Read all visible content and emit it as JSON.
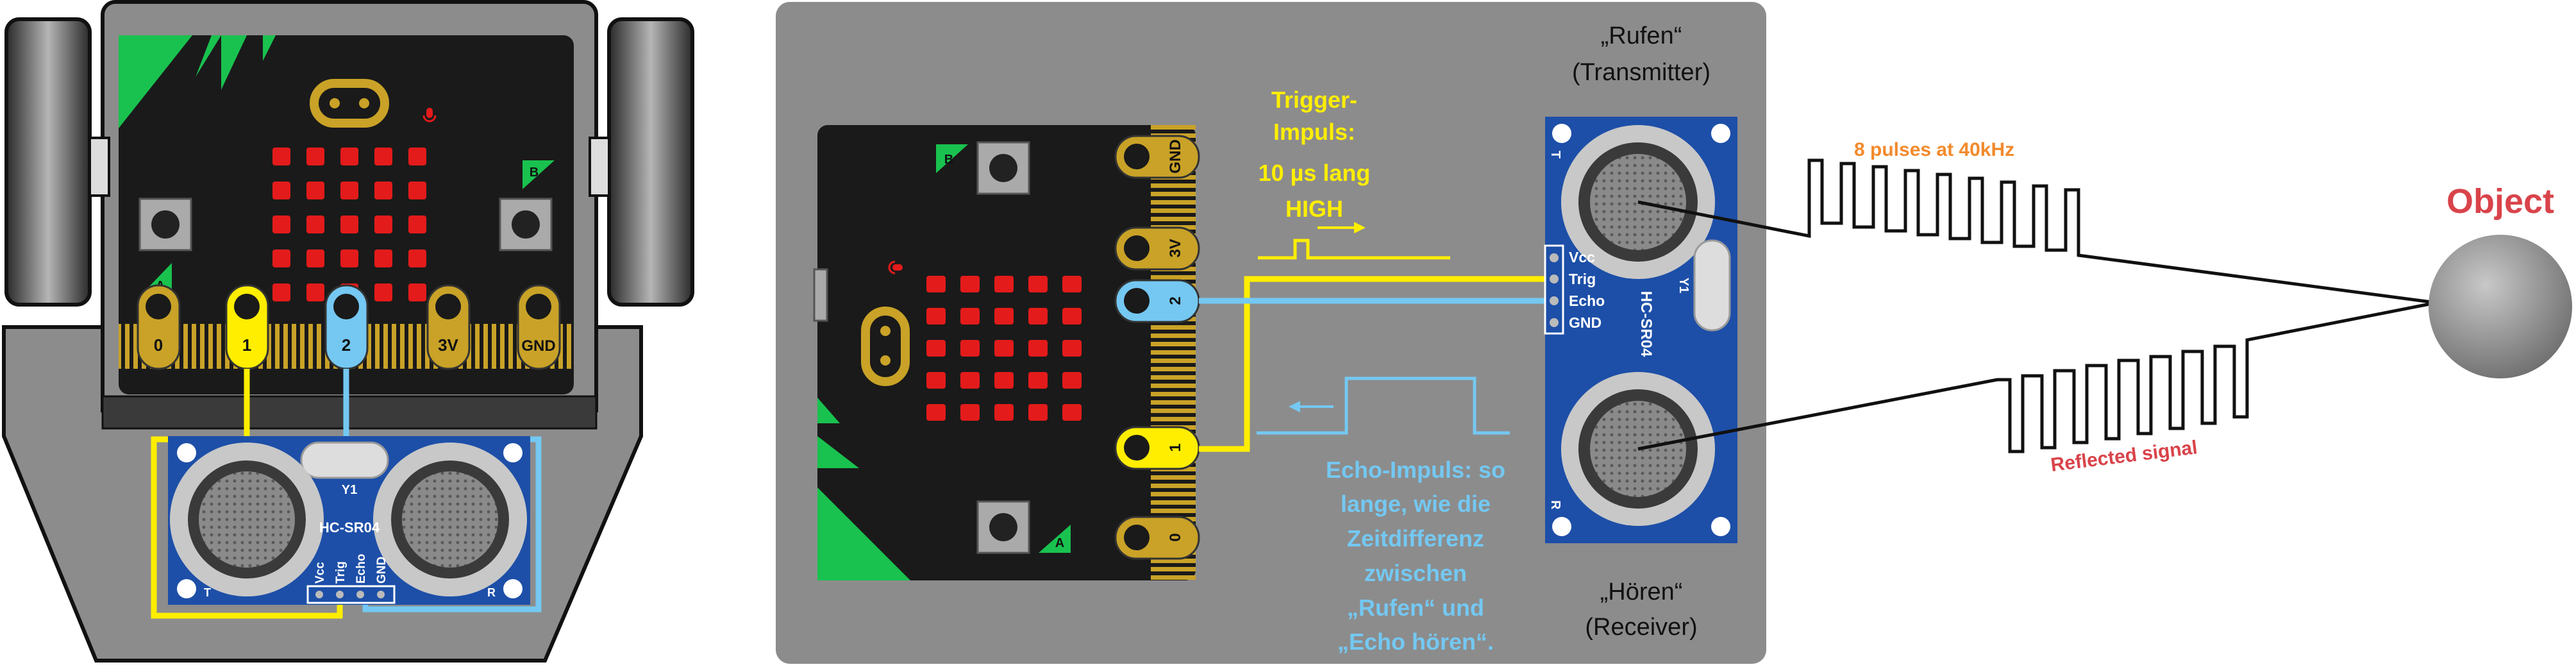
{
  "colors": {
    "bg": "#ffffff",
    "panel": "#8c8c8c",
    "board": "#1a1a1a",
    "gold": "#c9a227",
    "led": "#e31b1b",
    "green": "#19c24f",
    "sensor_blue": "#1d4fa8",
    "yellow": "#ffee00",
    "cyan": "#74c8f2",
    "orange": "#f28a2d",
    "red": "#d9434a"
  },
  "left_board": {
    "pins": [
      "0",
      "1",
      "2",
      "3V",
      "GND"
    ],
    "button_a": "A",
    "button_b": "B"
  },
  "left_sensor": {
    "model": "HC-SR04",
    "y1": "Y1",
    "t": "T",
    "r": "R",
    "pins": [
      "Vcc",
      "Trig",
      "Echo",
      "GND"
    ]
  },
  "right_board": {
    "pins": [
      "GND",
      "3V",
      "2",
      "1",
      "0"
    ],
    "button_a": "A",
    "button_b": "B"
  },
  "trigger_text": [
    "Trigger-",
    "Impuls:",
    "10 µs lang",
    "HIGH"
  ],
  "echo_text": [
    "Echo-Impuls: so",
    "lange, wie die",
    "Zeitdifferenz",
    "zwischen",
    "„Rufen“ und",
    "„Echo hören“."
  ],
  "right_sensor": {
    "model": "HC-SR04",
    "y1": "Y1",
    "t": "T",
    "r": "R",
    "pins": [
      "Vcc",
      "Trig",
      "Echo",
      "GND"
    ]
  },
  "transmitter": {
    "line1": "„Rufen“",
    "line2": "(Transmitter)"
  },
  "receiver": {
    "line1": "„Hören“",
    "line2": "(Receiver)"
  },
  "pulses_label": "8 pulses at 40kHz",
  "reflected_label": "Reflected signal",
  "object_label": "Object"
}
